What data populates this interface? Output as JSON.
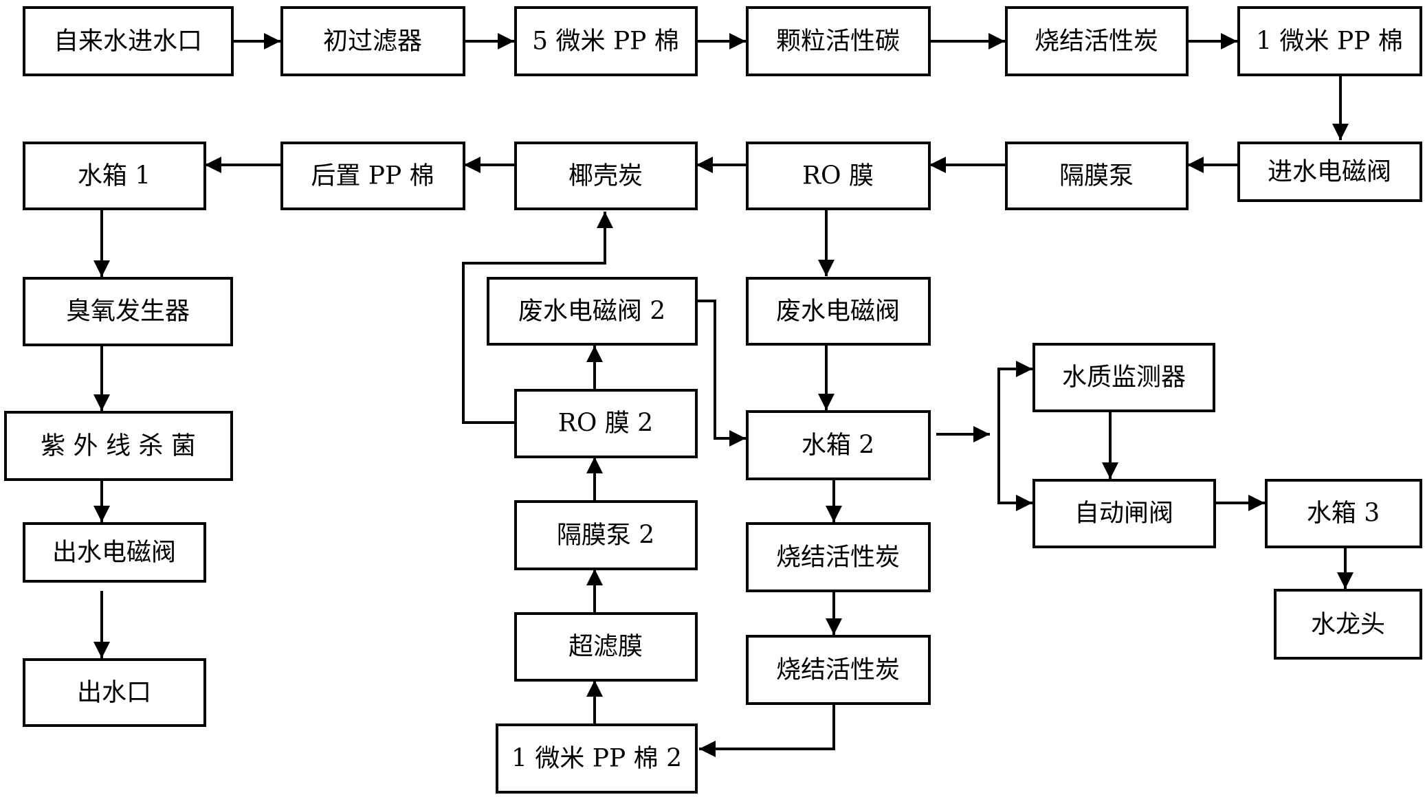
{
  "nodes": {
    "tap_inlet": "自来水进水口",
    "pre_filter": "初过滤器",
    "pp5": "5 微米 PP 棉",
    "granular_carbon": "颗粒活性碳",
    "sintered_carbon_top": "烧结活性炭",
    "pp1": "1 微米 PP 棉",
    "inlet_valve": "进水电磁阀",
    "diaphragm_pump": "隔膜泵",
    "ro_membrane": "RO 膜",
    "coconut_carbon": "椰壳炭",
    "post_pp": "后置 PP 棉",
    "tank1": "水箱 1",
    "ozone": "臭氧发生器",
    "uv": "紫 外 线 杀 菌",
    "outlet_valve": "出水电磁阀",
    "outlet": "出水口",
    "waste_valve2": "废水电磁阀 2",
    "ro_membrane2": "RO 膜 2",
    "diaphragm_pump2": "隔膜泵 2",
    "ultrafiltration": "超滤膜",
    "pp1_2": "1 微米 PP 棉 2",
    "waste_valve": "废水电磁阀",
    "tank2": "水箱 2",
    "sintered_carbon_a": "烧结活性炭",
    "sintered_carbon_b": "烧结活性炭",
    "quality_monitor": "水质监测器",
    "auto_gate_valve": "自动闸阀",
    "tank3": "水箱 3",
    "faucet": "水龙头"
  },
  "colors": {
    "stroke": "#000000",
    "fill": "#ffffff"
  }
}
